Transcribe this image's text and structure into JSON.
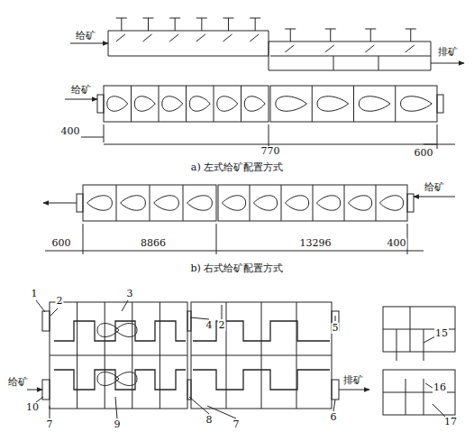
{
  "diagram": {
    "labels": [
      "给矿",
      "排矿",
      "给矿",
      "400",
      "770",
      "600",
      "a) 左式给矿配置方式",
      "600",
      "8866",
      "13296",
      "400",
      "给矿",
      "b) 右式给矿配置方式",
      "1",
      "2",
      "3",
      "4",
      "2",
      "5",
      "给矿",
      "10",
      "7",
      "9",
      "8",
      "7",
      "6",
      "排矿",
      "15",
      "16",
      "17"
    ]
  }
}
